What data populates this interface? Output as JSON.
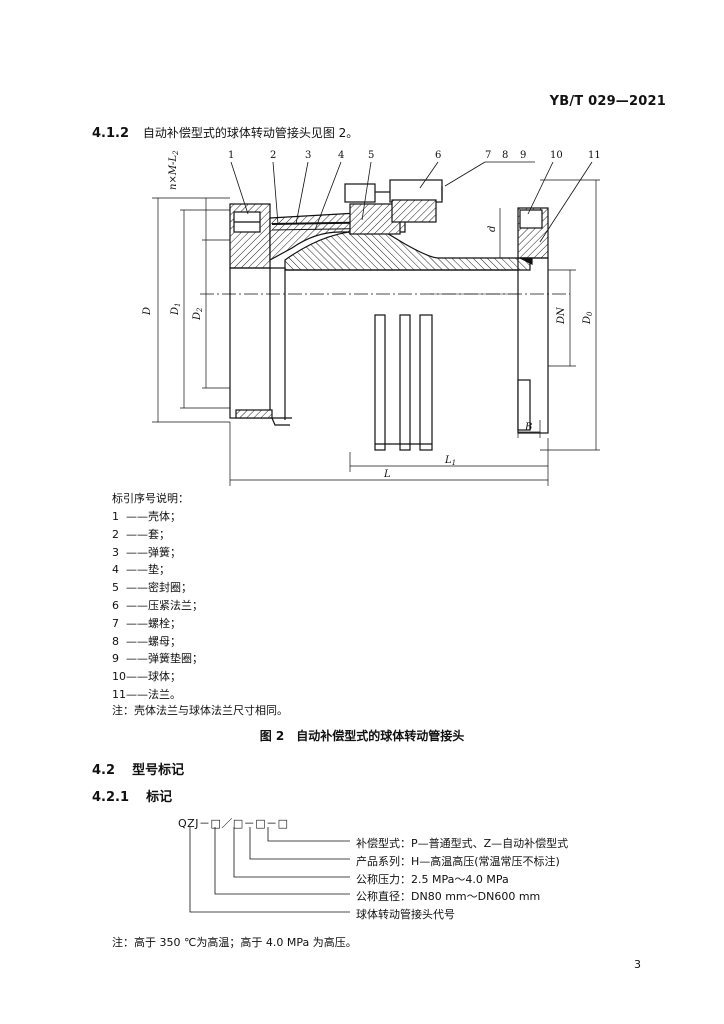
{
  "header": {
    "standard_no": "YB/T 029—2021"
  },
  "sections": {
    "s412": {
      "num": "4.1.2",
      "text": "自动补偿型式的球体转动管接头见图 2。"
    },
    "s42": {
      "num": "4.2",
      "title": "型号标记"
    },
    "s421": {
      "num": "4.2.1",
      "title": "标记"
    }
  },
  "figure": {
    "callouts": [
      "1",
      "2",
      "3",
      "4",
      "5",
      "6",
      "7",
      "8",
      "9",
      "10",
      "11"
    ],
    "dims": {
      "top_left": "n×M-L",
      "top_left_sub": "2",
      "D": "D",
      "D1": "D",
      "D1_sub": "1",
      "D2": "D",
      "D2_sub": "2",
      "d": "d",
      "DN": "DN",
      "D0": "D",
      "D0_sub": "0",
      "B": "B",
      "L1": "L",
      "L1_sub": "1",
      "L": "L"
    },
    "legend_title": "标引序号说明：",
    "legend": [
      {
        "num": "1",
        "label": "——壳体；"
      },
      {
        "num": "2",
        "label": "——套；"
      },
      {
        "num": "3",
        "label": "——弹簧；"
      },
      {
        "num": "4",
        "label": "——垫；"
      },
      {
        "num": "5",
        "label": "——密封圈；"
      },
      {
        "num": "6",
        "label": "——压紧法兰；"
      },
      {
        "num": "7",
        "label": "——螺栓；"
      },
      {
        "num": "8",
        "label": "——螺母；"
      },
      {
        "num": "9",
        "label": "——弹簧垫圈；"
      },
      {
        "num": "10",
        "label": "——球体；"
      },
      {
        "num": "11",
        "label": "——法兰。"
      }
    ],
    "note": "注：壳体法兰与球体法兰尺寸相同。",
    "caption": "图 2　自动补偿型式的球体转动管接头"
  },
  "marking": {
    "code": "QZJ－□／□－□－□",
    "labels": [
      "补偿型式：P—普通型式、Z—自动补偿型式",
      "产品系列：H—高温高压(常温常压不标注)",
      "公称压力：2.5 MPa～4.0 MPa",
      "公称直径：DN80 mm～DN600 mm",
      "球体转动管接头代号"
    ]
  },
  "footnote": "注：高于 350 ℃为高温；高于 4.0 MPa 为高压。",
  "page_number": "3"
}
